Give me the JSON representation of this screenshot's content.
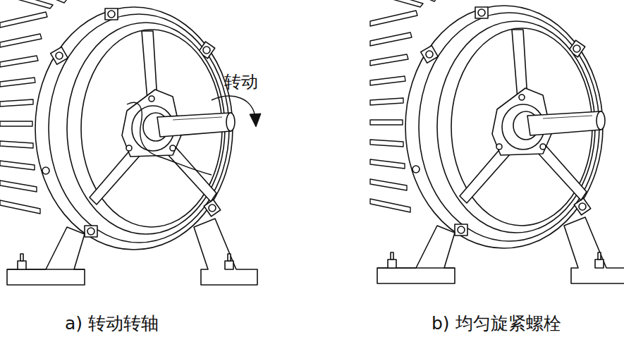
{
  "diagram": {
    "labels": [
      "转动",
      "a) 转动转轴",
      "b) 均匀旋紧螺栓"
    ]
  }
}
